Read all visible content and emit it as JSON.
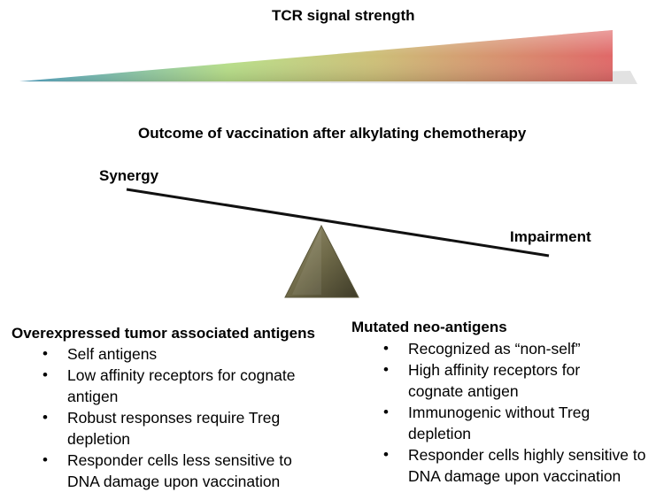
{
  "top_title": "TCR signal strength",
  "middle_title": "Outcome of vaccination after alkylating chemotherapy",
  "seesaw": {
    "left_label": "Synergy",
    "right_label": "Impairment"
  },
  "left_panel": {
    "title": "Overexpressed tumor associated antigens",
    "items": [
      "Self antigens",
      "Low affinity receptors for cognate antigen",
      "Robust responses require Treg depletion",
      "Responder cells less sensitive to DNA damage upon vaccination"
    ]
  },
  "right_panel": {
    "title": "Mutated neo-antigens",
    "items": [
      "Recognized as “non-self”",
      "High affinity receptors for cognate antigen",
      "Immunogenic without Treg depletion",
      "Responder cells highly sensitive to DNA damage upon vaccination"
    ]
  },
  "colors": {
    "gradient_start": "#4aa3c8",
    "gradient_mid": "#c8d878",
    "gradient_end": "#e06a6a",
    "fulcrum": "#6b6644",
    "beam": "#111111"
  }
}
